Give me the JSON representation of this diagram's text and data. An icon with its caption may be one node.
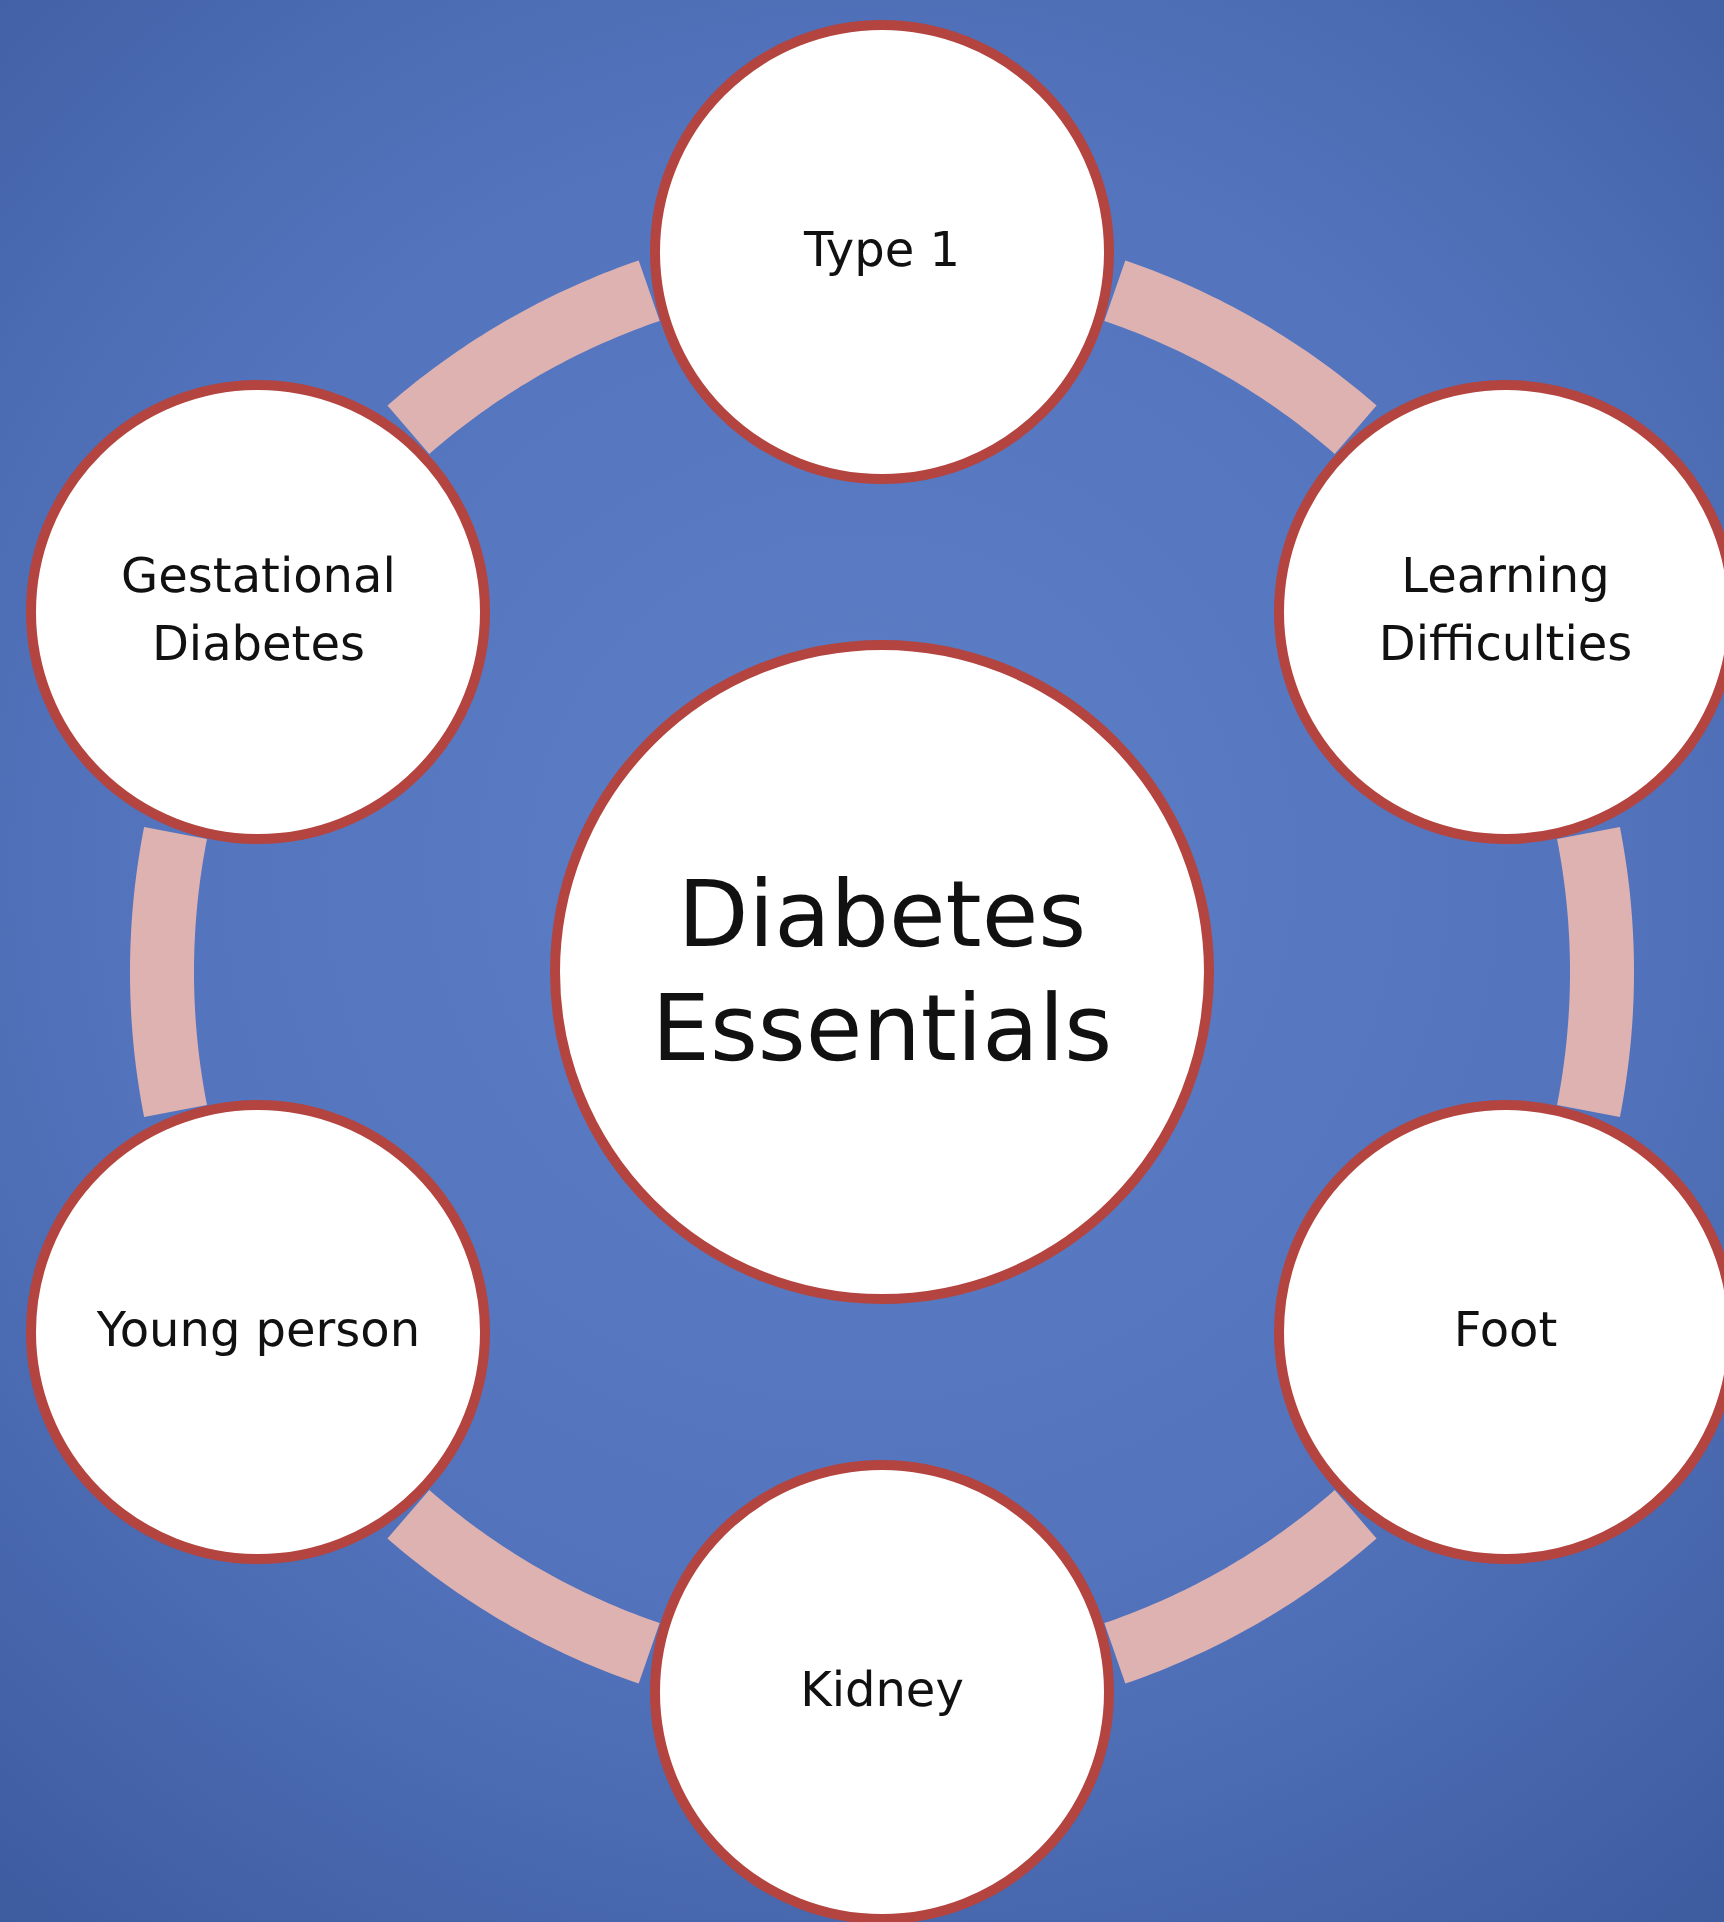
{
  "diagram": {
    "nodes": [
      {
        "text": [
          "Diabetes Essentials"
        ]
      },
      {
        "text": [
          "Type 1"
        ]
      },
      {
        "text": [
          "Learning Difficulties"
        ]
      },
      {
        "text": [
          "Foot"
        ]
      },
      {
        "text": [
          "Kidney"
        ]
      },
      {
        "text": [
          "Young person"
        ]
      },
      {
        "text": [
          "Gestational Diabetes"
        ]
      }
    ],
    "edges": [
      {
        "from": 1,
        "to": 2,
        "arrow": "none"
      },
      {
        "from": 2,
        "to": 3,
        "arrow": "none"
      },
      {
        "from": 3,
        "to": 4,
        "arrow": "none"
      },
      {
        "from": 4,
        "to": 5,
        "arrow": "none"
      },
      {
        "from": 5,
        "to": 6,
        "arrow": "none"
      },
      {
        "from": 6,
        "to": 1,
        "arrow": "none"
      }
    ]
  }
}
